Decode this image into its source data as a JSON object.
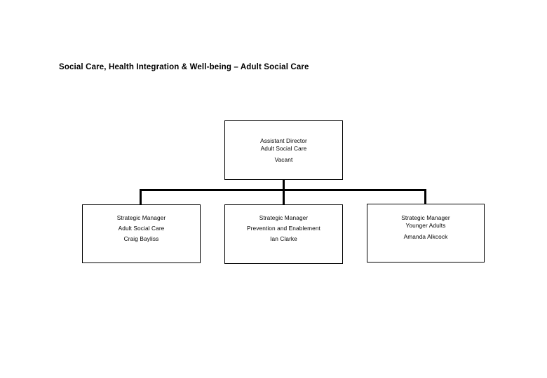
{
  "page": {
    "title": "Social Care, Health Integration & Well-being – Adult Social Care",
    "background_color": "#ffffff",
    "line_color": "#000000",
    "text_color": "#000000"
  },
  "org_chart": {
    "root": {
      "role": "Assistant Director",
      "department": "Adult Social Care",
      "person": "Vacant"
    },
    "children": [
      {
        "role": "Strategic Manager",
        "department": "Adult Social Care",
        "person": "Craig Bayliss"
      },
      {
        "role": "Strategic Manager",
        "department": "Prevention and Enablement",
        "person": "Ian Clarke"
      },
      {
        "role": "Strategic Manager",
        "department": "Younger Adults",
        "person": "Amanda Alkcock"
      }
    ]
  }
}
